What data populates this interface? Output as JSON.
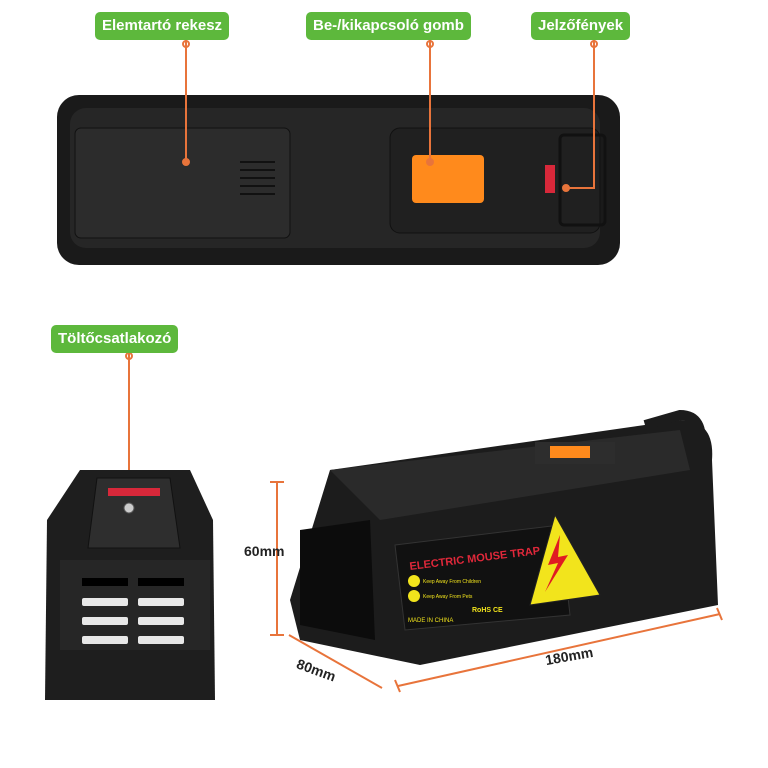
{
  "callouts": {
    "battery": "Elemtartó rekesz",
    "switch": "Be-/kikapcsoló gomb",
    "lights": "Jelzőfények",
    "charging": "Töltőcsatlakozó"
  },
  "dimensions": {
    "height": "60mm",
    "depth": "80mm",
    "length": "180mm"
  },
  "product_label": {
    "title": "ELECTRIC MOUSE TRAP",
    "warning1": "Keep Away From Children",
    "warning2": "Keep Away From Pets",
    "origin": "MADE IN CHINA",
    "certs": "RoHS CE"
  },
  "colors": {
    "callout_bg": "#5db83c",
    "leader_line": "#e8743b",
    "device_body": "#1e1e1e",
    "switch": "#ff8a1c",
    "warning_yellow": "#f2e41c"
  }
}
